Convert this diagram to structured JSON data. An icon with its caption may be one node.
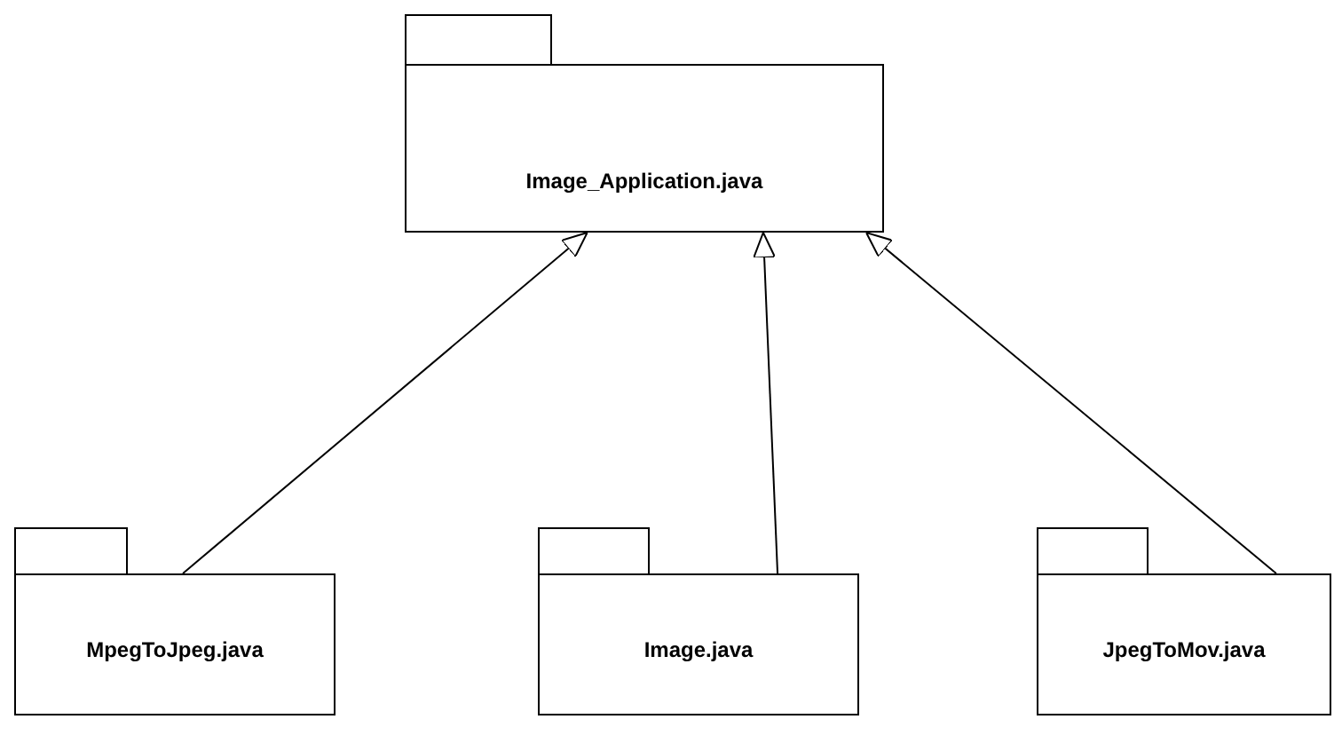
{
  "diagram": {
    "nodes": [
      {
        "text": [
          "Image_Application.java"
        ]
      },
      {
        "text": [
          "MpegToJpeg.java"
        ]
      },
      {
        "text": [
          "Image.java"
        ]
      },
      {
        "text": [
          "JpegToMov.java"
        ]
      }
    ],
    "edges": [
      {
        "from": 1,
        "to": 0,
        "arrow": "to"
      },
      {
        "from": 2,
        "to": 0,
        "arrow": "to"
      },
      {
        "from": 3,
        "to": 0,
        "arrow": "to"
      }
    ]
  }
}
